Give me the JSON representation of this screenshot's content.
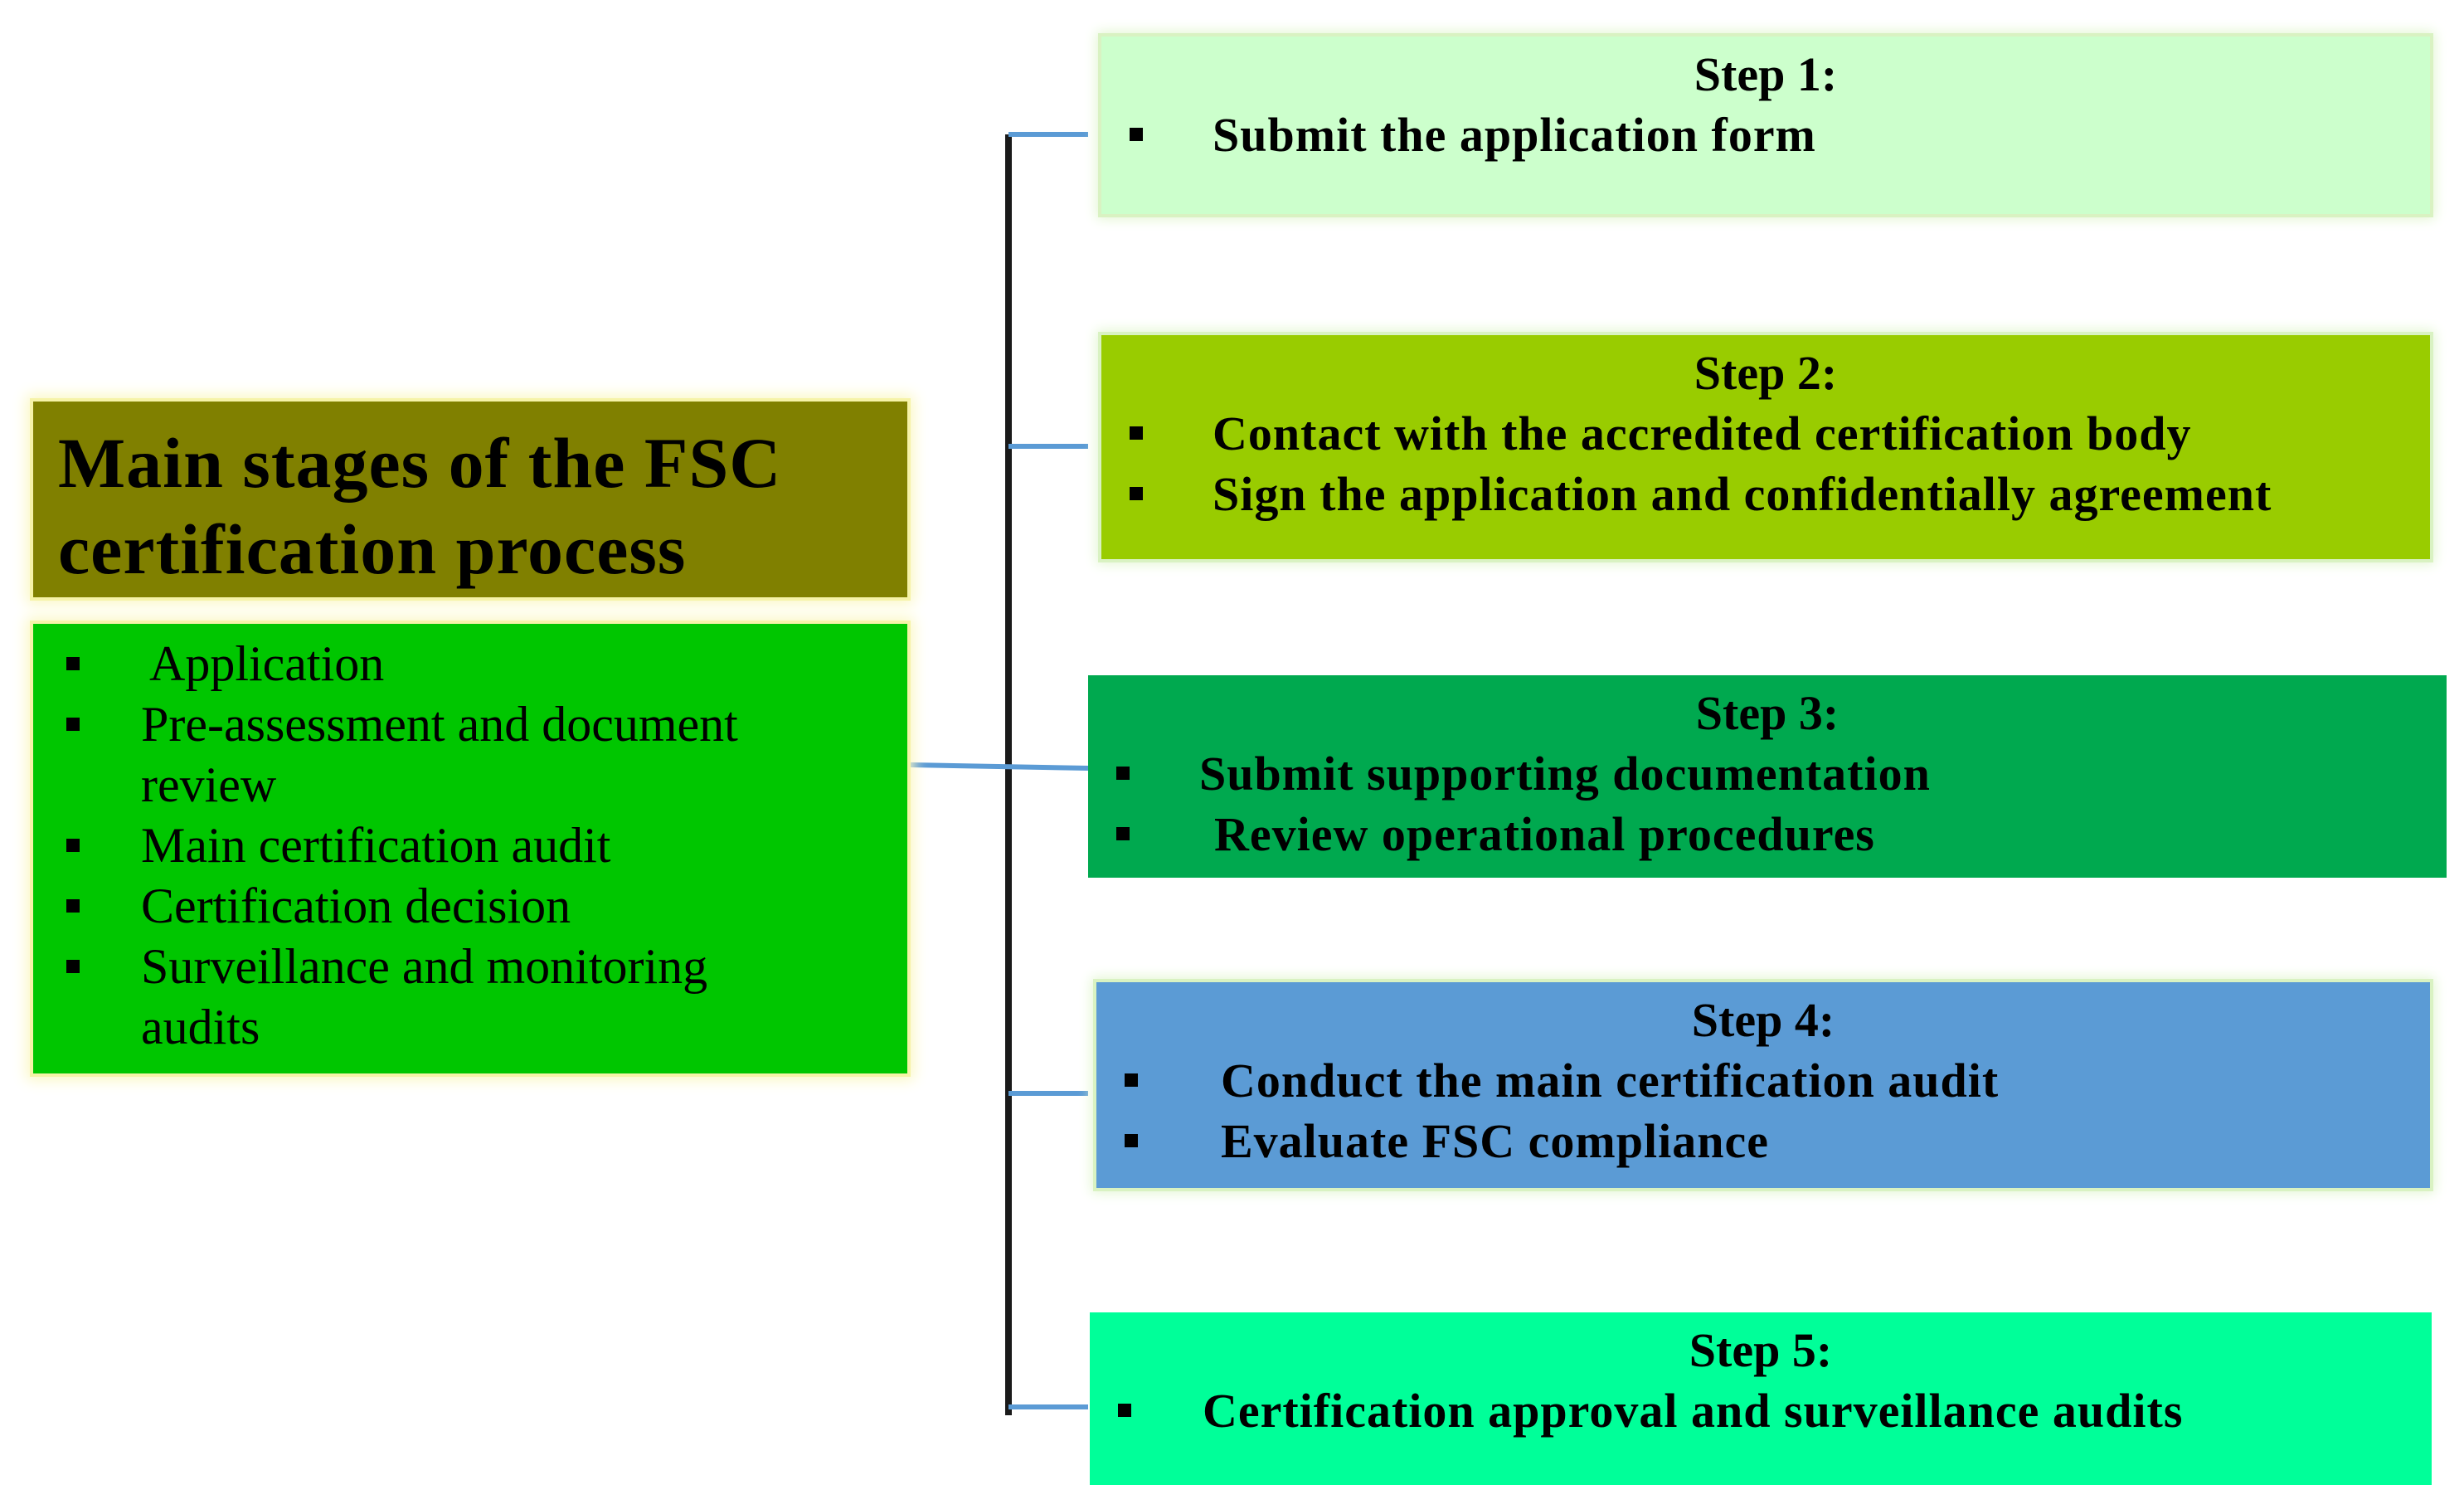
{
  "colors": {
    "title_bg": "#808000",
    "stages_bg": "#00c600",
    "step1_bg": "#ccffcc",
    "step2_bg": "#99cc00",
    "step3_bg": "#00a94f",
    "step4_bg": "#5b9bd5",
    "step5_bg": "#00ff99",
    "trunk": "#1a1a1a",
    "branch": "#5b9bd5"
  },
  "main": {
    "title_line1": "Main stages of the FSC",
    "title_line2": "certification process",
    "stages": [
      "Application",
      "Pre-assessment and document review",
      "Main certification audit",
      "Certification decision",
      "Surveillance and monitoring audits"
    ]
  },
  "steps": [
    {
      "label": "Step 1:",
      "items": [
        "Submit the application form"
      ]
    },
    {
      "label": "Step 2:",
      "items": [
        "Contact with the accredited certification body",
        "Sign the application and confidentially agreement"
      ]
    },
    {
      "label": "Step 3:",
      "items": [
        "Submit supporting documentation",
        "Review operational procedures"
      ]
    },
    {
      "label": "Step 4:",
      "items": [
        "Conduct the main certification audit",
        "Evaluate FSC compliance"
      ]
    },
    {
      "label": "Step 5:",
      "items": [
        "Certification approval and surveillance audits"
      ]
    }
  ]
}
